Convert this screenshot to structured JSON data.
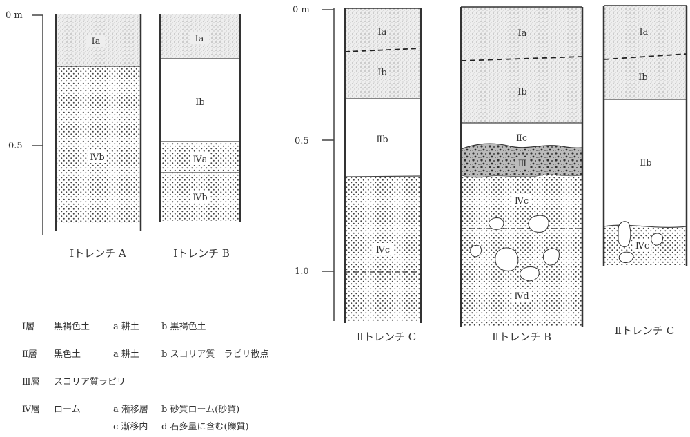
{
  "scale_left": {
    "tick_0": "0 m",
    "tick_05": "0.5"
  },
  "scale_right": {
    "tick_0": "0 m",
    "tick_05": "0.5",
    "tick_10": "1.0"
  },
  "columns": {
    "trench_1a": {
      "caption": "Ⅰトレンチ A",
      "layers": [
        "Ia",
        "Ⅳb"
      ]
    },
    "trench_1b": {
      "caption": "Ⅰトレンチ B",
      "layers": [
        "Ia",
        "Ⅰb",
        "Ⅳa",
        "Ⅳb"
      ]
    },
    "trench_2c_left": {
      "caption": "Ⅱトレンチ C",
      "layers": [
        "Ia",
        "Ib",
        "Ⅱb",
        "Ⅳc"
      ]
    },
    "trench_2b": {
      "caption": "Ⅱトレンチ B",
      "layers": [
        "Ia",
        "Ib",
        "Ⅱc",
        "Ⅲ",
        "Ⅳc",
        "Ⅳd"
      ]
    },
    "trench_2c_right": {
      "caption": "Ⅱトレンチ C",
      "layers": [
        "Ia",
        "Ib",
        "Ⅱb",
        "Ⅳc"
      ]
    }
  },
  "legend": [
    {
      "layer": "Ⅰ層",
      "desc": "黒褐色土",
      "a": "a 耕土",
      "b": "b 黒褐色土"
    },
    {
      "layer": "Ⅱ層",
      "desc": "黒色土",
      "a": "a 耕土",
      "b": "b スコリア質　ラピリ散点"
    },
    {
      "layer": "Ⅲ層",
      "desc": "スコリア質ラピリ"
    },
    {
      "layer": "Ⅳ層",
      "desc": "ローム",
      "a": "a 漸移層",
      "b": "b 砂質ローム(砂質)",
      "c": "c 漸移内",
      "d": "d 石多量に含む(礫質)"
    }
  ]
}
